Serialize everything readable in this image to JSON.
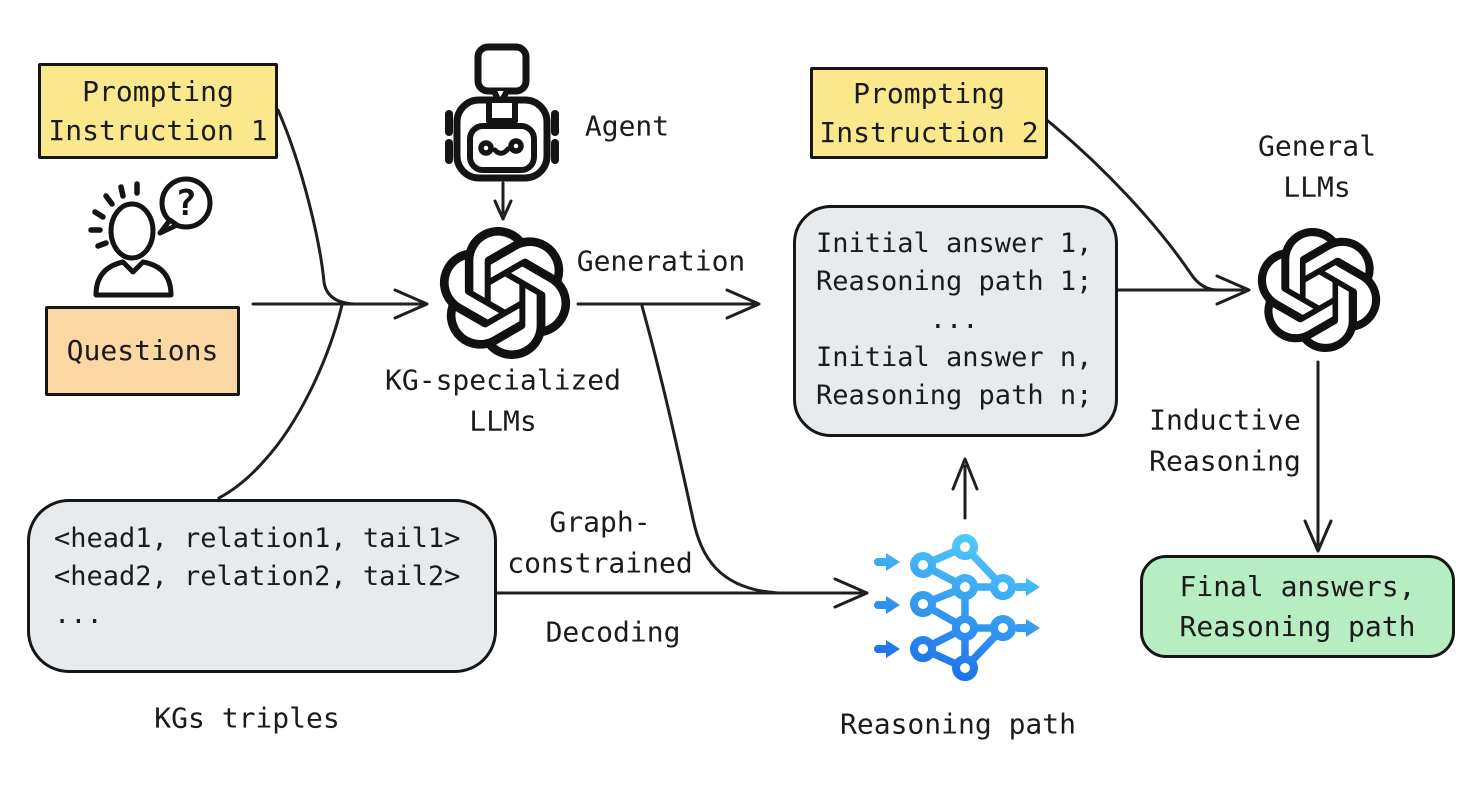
{
  "colors": {
    "yellow": "#FBE88C",
    "orange": "#FAD7A3",
    "gray": "#E8EBEE",
    "green": "#B7EDC3",
    "ink": "#1B1B1D",
    "nn_light": "#58D7FA",
    "nn_dark": "#1566E8"
  },
  "boxes": {
    "prompting_instruction_1": "Prompting\nInstruction 1",
    "questions": "Questions",
    "prompting_instruction_2": "Prompting\nInstruction 2",
    "initial_answers": "Initial answer 1,\nReasoning path 1;\n       ...\nInitial answer n,\nReasoning path n;",
    "kg_triples": "<head1, relation1, tail1>\n<head2, relation2, tail2>\n...",
    "final_answers": "Final answers,\nReasoning path"
  },
  "labels": {
    "agent": "Agent",
    "generation": "Generation",
    "kg_specialized_llms": "KG-specialized\nLLMs",
    "general_llms": "General\nLLMs",
    "inductive_reasoning": "Inductive\nReasoning",
    "graph_constrained": "Graph-\nconstrained",
    "decoding": "Decoding",
    "kgs_triples": "KGs triples",
    "reasoning_path": "Reasoning path",
    "question_mark": "?"
  },
  "icons": {
    "agent": "robot-agent-icon",
    "user": "person-question-icon",
    "kg_llm": "openai-logo-icon",
    "general_llm": "openai-logo-icon",
    "reasoning": "neural-network-icon"
  }
}
